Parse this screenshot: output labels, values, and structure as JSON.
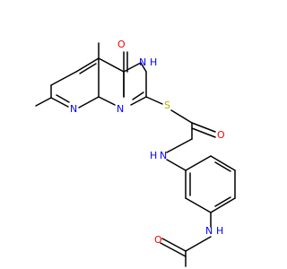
{
  "molecule": {
    "labels": {
      "oxo_o": "O",
      "nh_ring_n": "N",
      "nh_ring_h": "H",
      "ring_n1": "N",
      "ring_n2": "N",
      "thio_s": "S",
      "amide_o": "O",
      "amide_n": "N",
      "amide_h": "H",
      "acet_n": "N",
      "acet_h": "H",
      "acet_o": "O"
    },
    "colors": {
      "bond": "#000000",
      "oxygen": "#ff0000",
      "nitrogen": "#0000ff",
      "sulfur": "#b2b200",
      "hydrogen": "#000000"
    }
  }
}
